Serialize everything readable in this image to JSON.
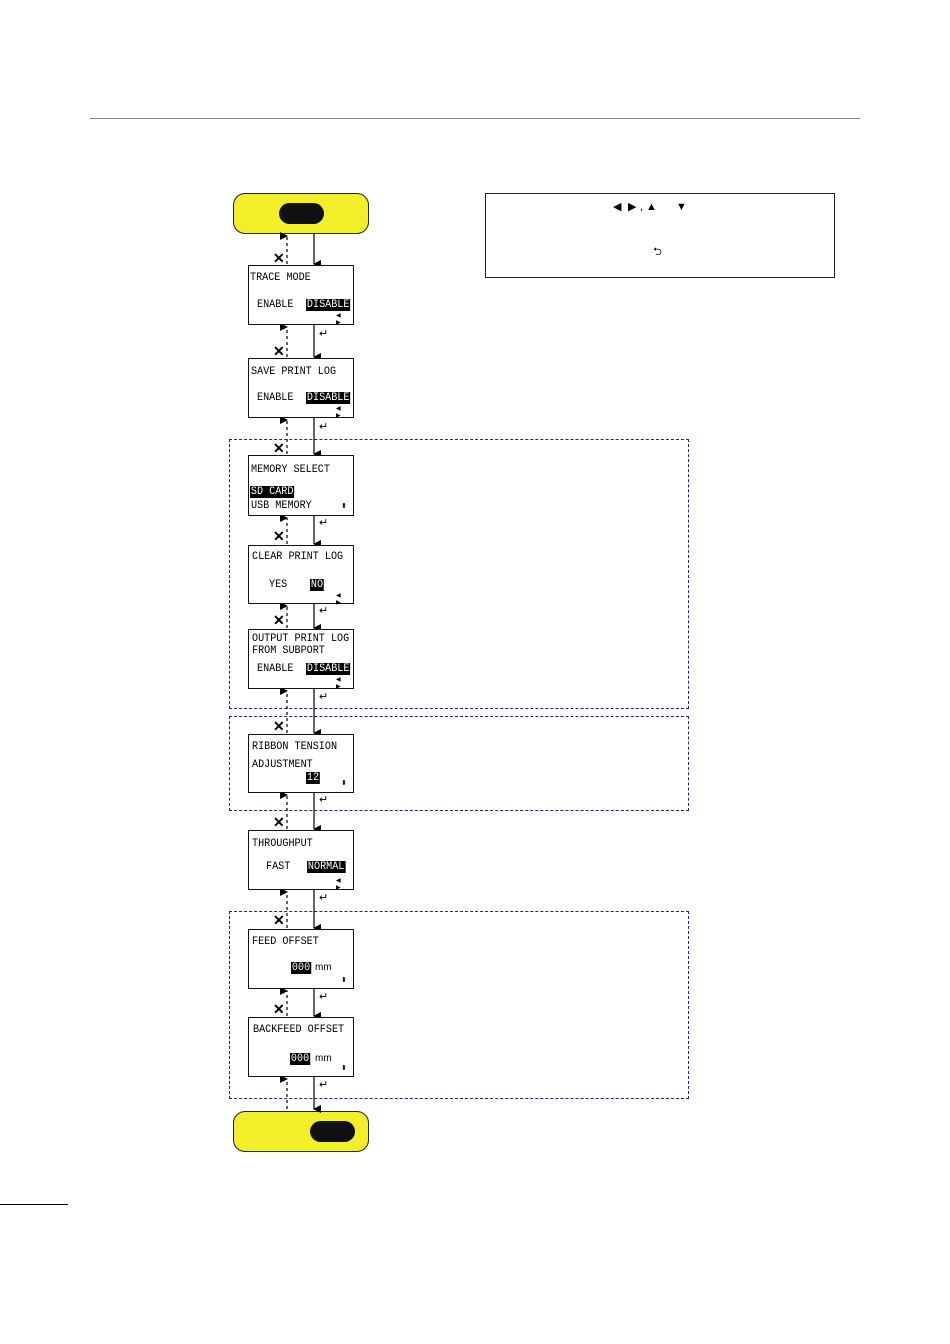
{
  "legend": {
    "arrow_left": "◀",
    "arrow_right": "▶",
    "arrow_up": "▲",
    "sep": ",",
    "arrow_down": "▼",
    "return_symbol": "⮌"
  },
  "screens": {
    "trace_mode": {
      "title": "TRACE MODE",
      "opt1": "ENABLE",
      "opt2": "DISABLE"
    },
    "save_print_log": {
      "title": "SAVE PRINT LOG",
      "opt1": "ENABLE",
      "opt2": "DISABLE"
    },
    "memory_select": {
      "title": "MEMORY SELECT",
      "opt1": "SD CARD",
      "opt2": "USB MEMORY"
    },
    "clear_print_log": {
      "title": "CLEAR PRINT LOG",
      "opt1": "YES",
      "opt2": "NO"
    },
    "output_print_log": {
      "title1": "OUTPUT PRINT LOG",
      "title2": "FROM SUBPORT",
      "opt1": "ENABLE",
      "opt2": "DISABLE"
    },
    "ribbon_tension": {
      "title1": "RIBBON TENSION",
      "title2": "ADJUSTMENT",
      "value": "12"
    },
    "throughput": {
      "title": "THROUGHPUT",
      "opt1": "FAST",
      "opt2": "NORMAL"
    },
    "feed_offset": {
      "title": "FEED OFFSET",
      "value": "000",
      "unit": "mm"
    },
    "backfeed_offset": {
      "title": "BACKFEED OFFSET",
      "value": "000",
      "unit": "mm"
    }
  },
  "symbols": {
    "cancel": "✕",
    "enter": "↵",
    "lr": "◀ ▶",
    "ud": "⬍"
  },
  "colors": {
    "pill": "#f2ee2a",
    "dash_box": "#1a2a7a"
  }
}
